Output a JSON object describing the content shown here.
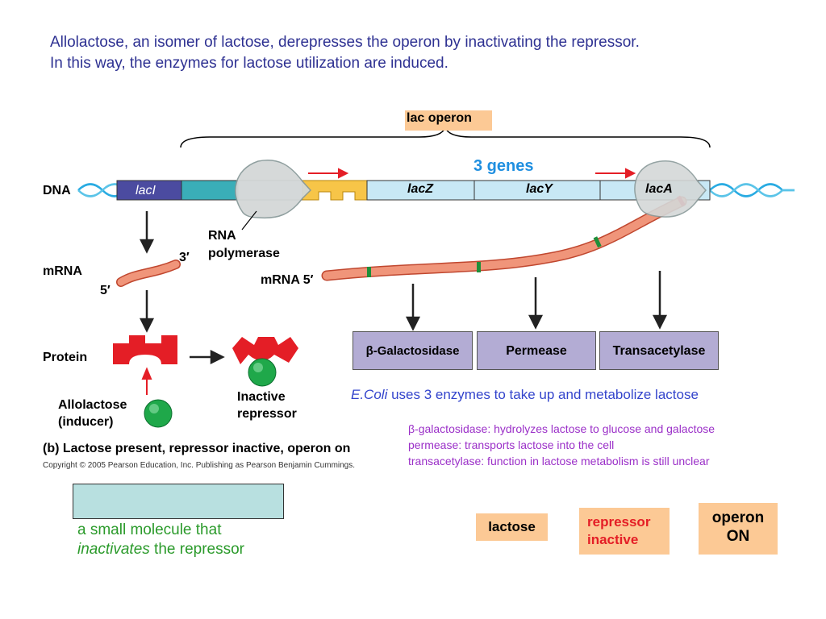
{
  "intro": {
    "line1": "Allolactose, an isomer of lactose, derepresses the operon by inactivating the repressor.",
    "line2": "In this way, the enzymes for lactose utilization are induced."
  },
  "operon": {
    "label": "lac operon",
    "genes_label": "3 genes",
    "dna_label": "DNA",
    "genes": {
      "lacI": "lacI",
      "lacZ": "lacZ",
      "lacY": "lacY",
      "lacA": "lacA"
    }
  },
  "labels": {
    "rna_polymerase_1": "RNA",
    "rna_polymerase_2": "polymerase",
    "mrna_left": "mRNA",
    "three_prime": "3′",
    "five_prime": "5′",
    "mrna_right": "mRNA 5′",
    "protein": "Protein",
    "allolactose_1": "Allolactose",
    "allolactose_2": "(inducer)",
    "inactive_1": "Inactive",
    "inactive_2": "repressor"
  },
  "enzymes": [
    "β-Galactosidase",
    "Permease",
    "Transacetylase"
  ],
  "ecoli_note": {
    "species": "E.Coli",
    "rest": " uses 3 enzymes to take up and metabolize lactose"
  },
  "enzyme_functions": [
    "β-galactosidase:  hydrolyzes lactose to glucose and galactose",
    "permease:  transports lactose into the cell",
    "transacetylase:  function in lactose metabolism is still unclear"
  ],
  "caption": {
    "part": "(b)",
    "text": " Lactose present, repressor inactive, operon on"
  },
  "copyright": "Copyright © 2005 Pearson Education, Inc. Publishing as Pearson Benjamin Cummings.",
  "answer_note": {
    "line1": "a small molecule that",
    "emph": "inactivates",
    "rest": " the repressor"
  },
  "summary_boxes": {
    "lactose": "lactose",
    "repressor_1": "repressor",
    "repressor_2": "inactive",
    "operon_1": "operon",
    "operon_2": "ON"
  },
  "colors": {
    "title_blue": "#2e3192",
    "genes_blue": "#1f8fe0",
    "ecoli_blue": "#3344cc",
    "note_green": "#2a9a2a",
    "function_purple": "#9b30c8",
    "repressor_red": "#e41e26",
    "enzyme_fill": "#b3acd4",
    "summary_orange": "#fcc995",
    "answer_box": "#b8e0e0"
  }
}
